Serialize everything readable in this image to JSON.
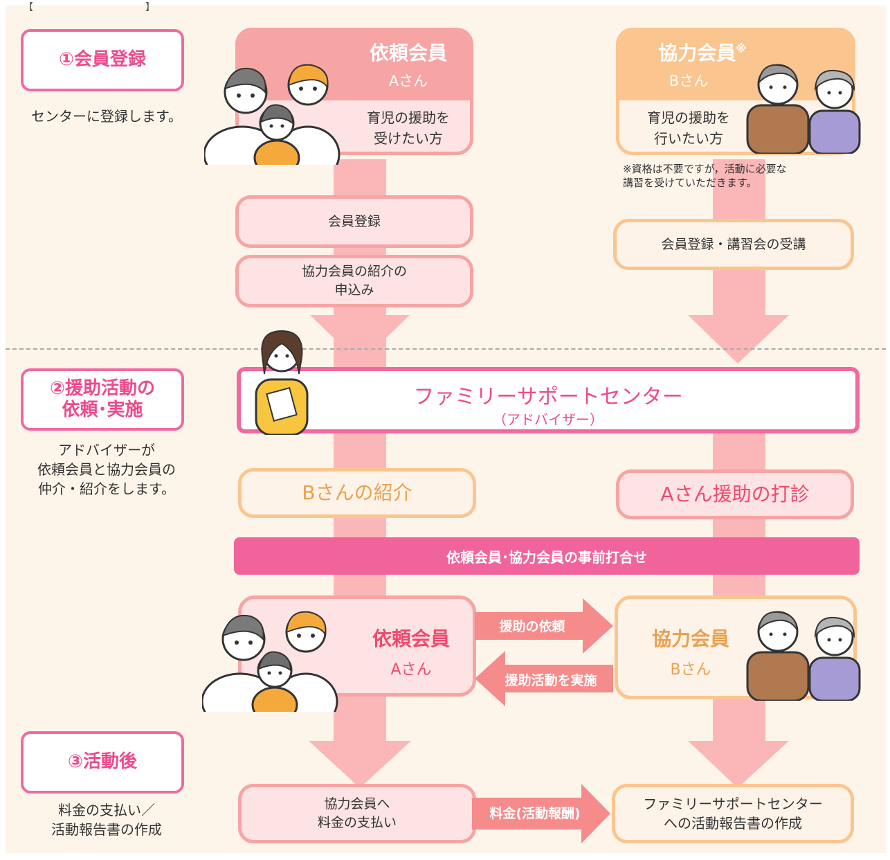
{
  "top_left_label": "【",
  "top_right_label": "】",
  "steps": {
    "s1_label": "①会員登録",
    "s1_desc": "センターに登録します。",
    "s2_label": "②援助活動の\n依頼･実施",
    "s2_desc": "アドバイザーが\n依頼会員と協力会員の\n仲介・紹介をします。",
    "s3_label": "③活動後",
    "s3_desc": "料金の支払い／\n活動報告書の作成"
  },
  "requester": {
    "title": "依頼会員",
    "name": "Aさん",
    "desc": "育児の援助を\n受けたい方"
  },
  "helper": {
    "title": "協力会員",
    "mark": "※",
    "name": "Bさん",
    "desc": "育児の援助を\n行いたい方",
    "note": "※資格は不要ですが，活動に必要な\n講習を受けていただきます。"
  },
  "flow": {
    "req_register": "会員登録",
    "req_apply": "協力会員の紹介の\n申込み",
    "help_register": "会員登録・講習会の受講",
    "center_title": "ファミリーサポートセンター",
    "center_sub": "（アドバイザー）",
    "intro_b": "Bさんの紹介",
    "sound_a": "Aさん援助の打診",
    "meeting": "依頼会員･協力会員の事前打合せ",
    "req_member_title": "依頼会員",
    "req_member_name": "Aさん",
    "help_member_title": "協力会員",
    "help_member_name": "Bさん",
    "arrow_request": "援助の依頼",
    "arrow_activity": "援助活動を実施",
    "pay": "協力会員へ\n料金の支払い",
    "arrow_fee": "料金(活動報酬)",
    "report": "ファミリーサポートセンター\nへの活動報告書の作成"
  },
  "colors": {
    "pink_border": "#f7a4a4",
    "pink_fill": "#fde3e3",
    "orange_border": "#fbc590",
    "orange_fill": "#fef3e8",
    "magenta": "#ee4a8e",
    "arrow": "#fbb7b7",
    "bar": "#f0649b"
  }
}
